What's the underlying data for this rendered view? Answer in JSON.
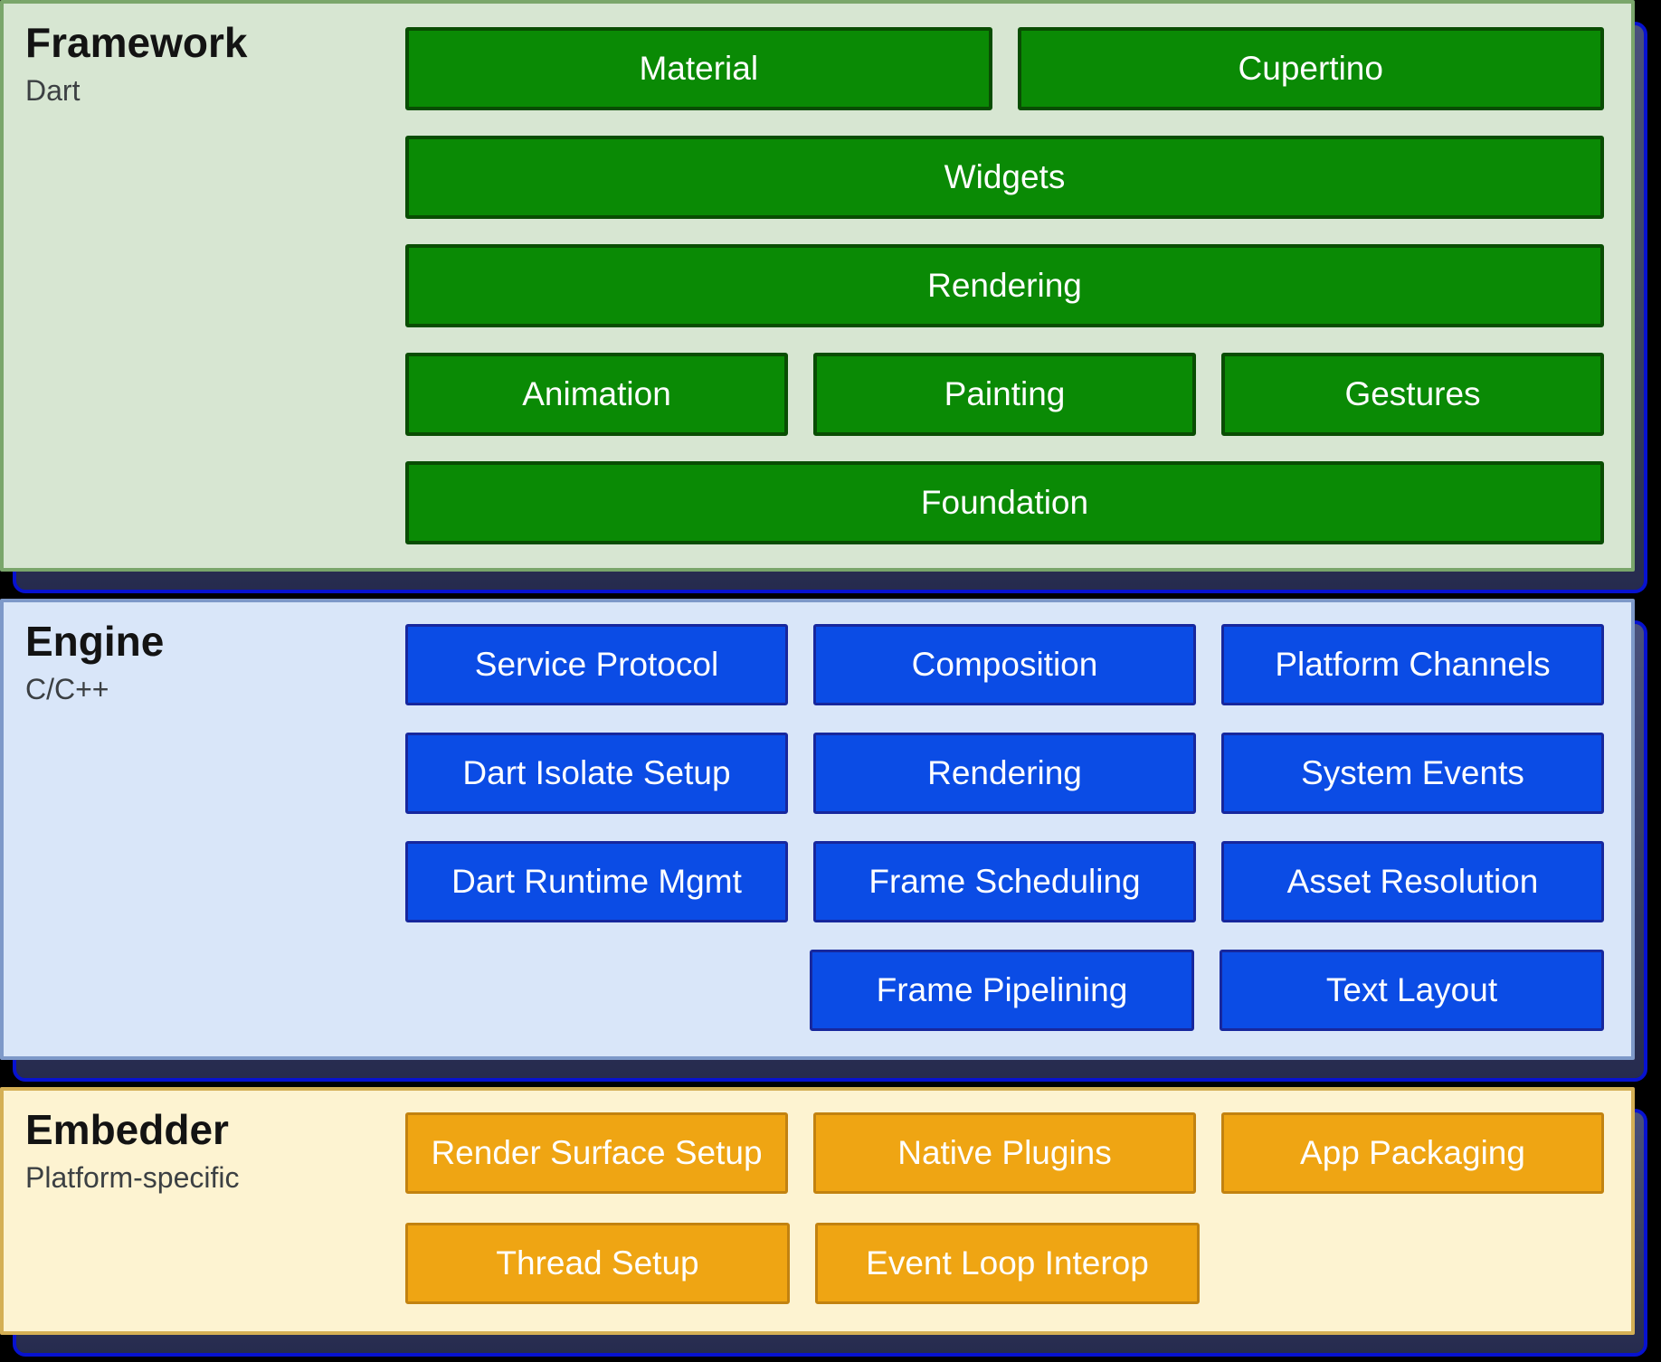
{
  "page": {
    "background": "#000000"
  },
  "shadow": {
    "fill_top": "#4a517c",
    "fill_bottom": "#262b4e",
    "edge": "#0712d0"
  },
  "layers": [
    {
      "id": "framework",
      "title": "Framework",
      "subtitle": "Dart",
      "colors": {
        "panel_bg": "#d7e6d2",
        "panel_border": "#7aa66b",
        "box_bg": "#0a8a05",
        "box_border": "#094d03"
      },
      "rows": [
        {
          "type": "2col",
          "boxes": [
            "Material",
            "Cupertino"
          ]
        },
        {
          "type": "full",
          "boxes": [
            "Widgets"
          ]
        },
        {
          "type": "full",
          "boxes": [
            "Rendering"
          ]
        },
        {
          "type": "3col",
          "boxes": [
            "Animation",
            "Painting",
            "Gestures"
          ]
        },
        {
          "type": "full",
          "boxes": [
            "Foundation"
          ]
        }
      ]
    },
    {
      "id": "engine",
      "title": "Engine",
      "subtitle": "C/C++",
      "colors": {
        "panel_bg": "#d9e6f9",
        "panel_border": "#7e99c9",
        "box_bg": "#0b4ce5",
        "box_border": "#17279d"
      },
      "rows": [
        {
          "type": "3col",
          "boxes": [
            "Service Protocol",
            "Composition",
            "Platform Channels"
          ]
        },
        {
          "type": "3col",
          "boxes": [
            "Dart Isolate Setup",
            "Rendering",
            "System Events"
          ]
        },
        {
          "type": "3col",
          "boxes": [
            "Dart Runtime Mgmt",
            "Frame Scheduling",
            "Asset Resolution"
          ]
        },
        {
          "type": "3col",
          "boxes": [
            null,
            "Frame Pipelining",
            "Text Layout"
          ]
        }
      ]
    },
    {
      "id": "embedder",
      "title": "Embedder",
      "subtitle": "Platform-specific",
      "colors": {
        "panel_bg": "#fdf3d1",
        "panel_border": "#d4af55",
        "box_bg": "#efa513",
        "box_border": "#c28210"
      },
      "rows": [
        {
          "type": "3col",
          "boxes": [
            "Render Surface Setup",
            "Native Plugins",
            "App Packaging"
          ]
        },
        {
          "type": "3col",
          "boxes": [
            "Thread Setup",
            "Event Loop Interop",
            null
          ]
        }
      ]
    }
  ]
}
